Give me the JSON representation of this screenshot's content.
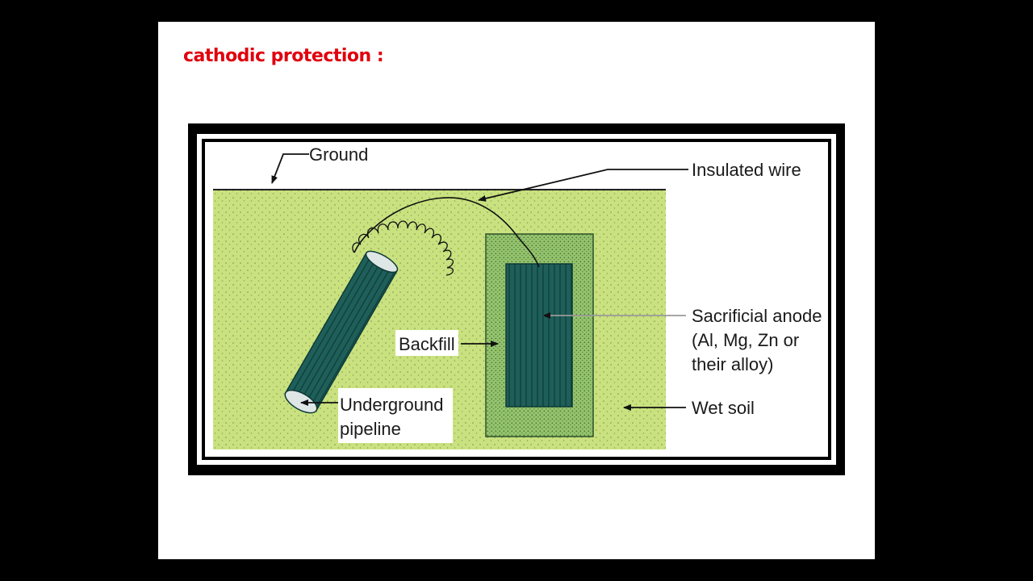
{
  "slide": {
    "title": "cathodic protection :",
    "title_color": "#e0000e",
    "background": "#ffffff"
  },
  "diagram": {
    "soil_color": "#c9e27f",
    "backfill_color": "#95c36c",
    "metal_color": "#1f5f5a",
    "labels": {
      "ground": "Ground",
      "insulated_wire": "Insulated wire",
      "sacrificial_anode_line1": "Sacrificial anode",
      "sacrificial_anode_line2": "(Al, Mg, Zn or",
      "sacrificial_anode_line3": "their alloy)",
      "backfill": "Backfill",
      "underground_pipeline_line1": "Underground",
      "underground_pipeline_line2": "pipeline",
      "wet_soil": "Wet soil"
    }
  }
}
